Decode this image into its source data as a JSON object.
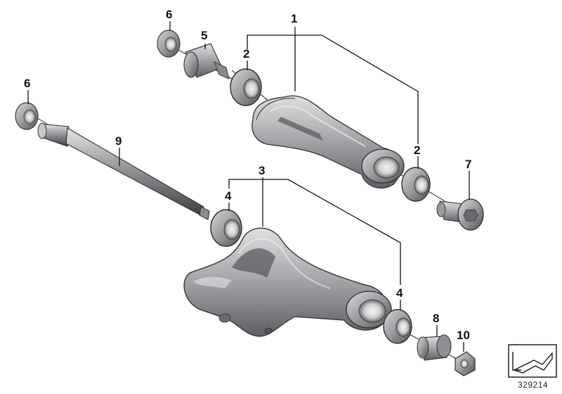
{
  "diagram": {
    "callouts": {
      "c1": "1",
      "c2a": "2",
      "c2b": "2",
      "c3": "3",
      "c4a": "4",
      "c4b": "4",
      "c5": "5",
      "c6a": "6",
      "c6b": "6",
      "c7": "7",
      "c8": "8",
      "c9": "9",
      "c10": "10"
    },
    "document_number": "329214"
  },
  "colors": {
    "part_light": "#d4d4d6",
    "part_mid": "#a4a5a8",
    "part_dark": "#6c6d70",
    "part_shadow": "#3c3d40",
    "ink": "#111111"
  }
}
